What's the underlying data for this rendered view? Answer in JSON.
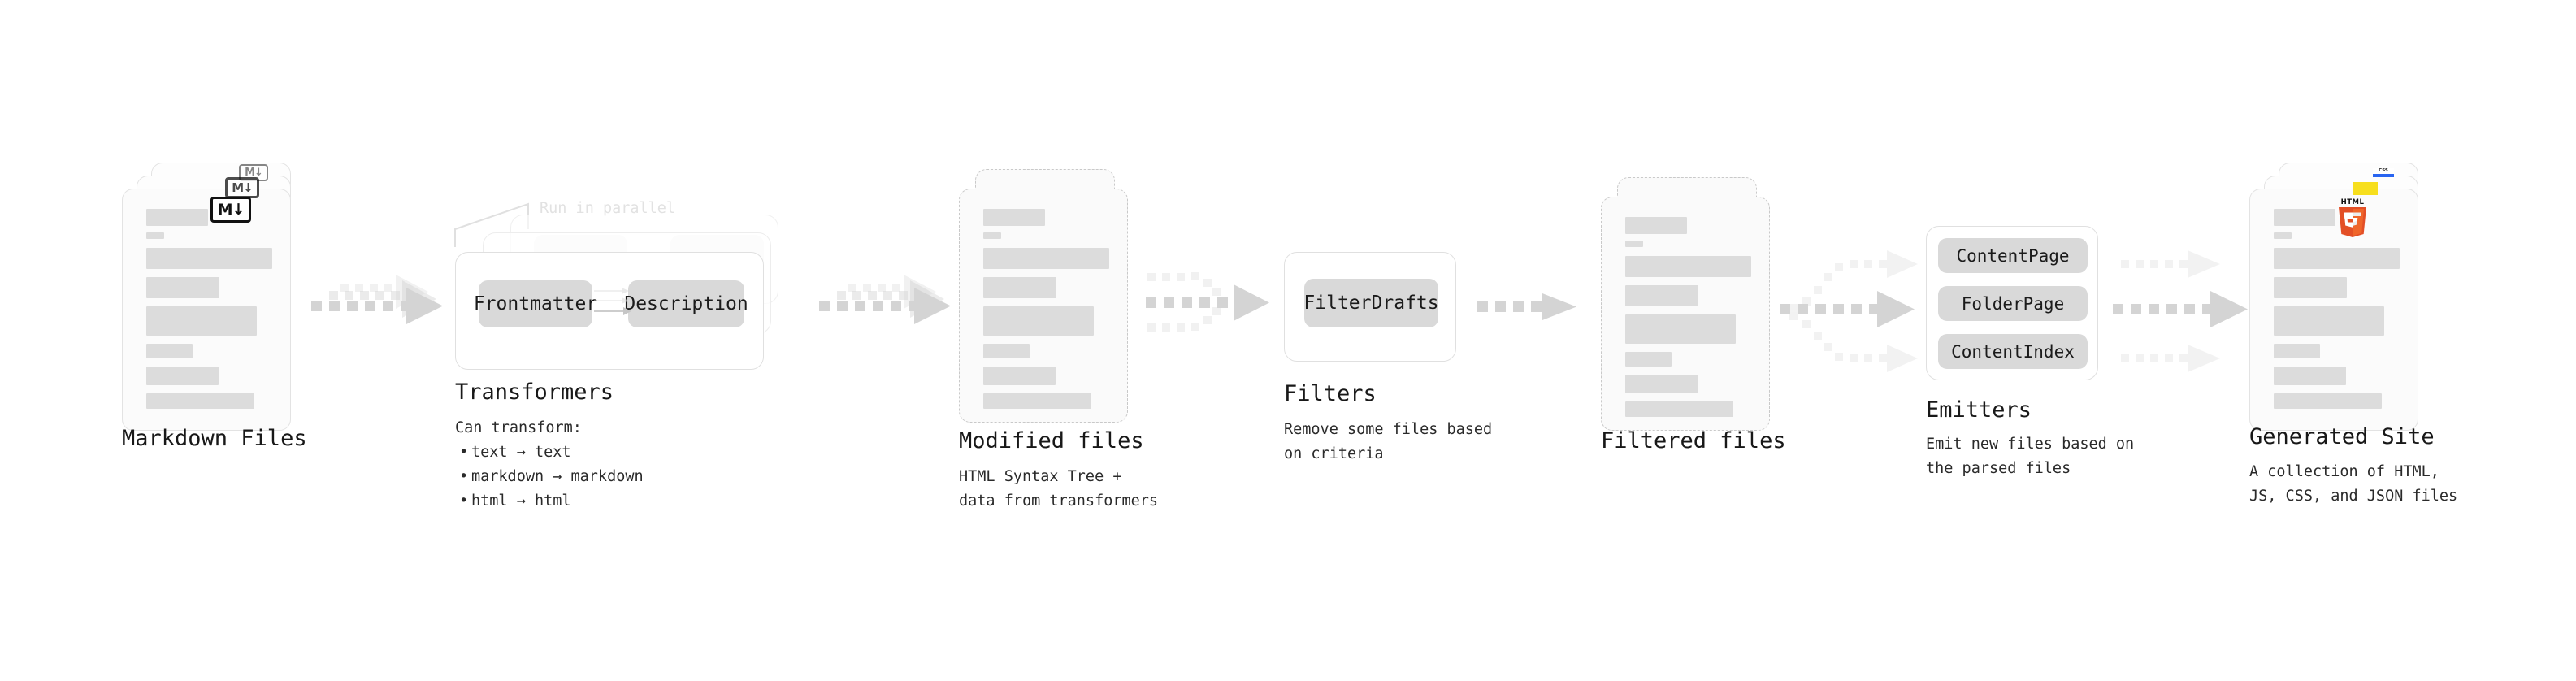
{
  "diagram": {
    "title_font_size": 27,
    "stages": [
      {
        "key": "markdown_files",
        "kind": "document-stack",
        "title": "Markdown Files",
        "subtitle": "",
        "badge": "markdown-icon",
        "badge_text": "M",
        "badge_arrow": "↓",
        "stack_count": 3,
        "border_style": "solid"
      },
      {
        "key": "transformers",
        "kind": "group",
        "title": "Transformers",
        "subtitle_heading": "Can transform:",
        "subtitle_items": [
          "text → text",
          "markdown → markdown",
          "html → html"
        ],
        "annotation": "Run in parallel",
        "chips": [
          "Frontmatter",
          "Description"
        ],
        "stack_count": 3
      },
      {
        "key": "modified_files",
        "kind": "document-stack",
        "title": "Modified files",
        "subtitle": "HTML Syntax Tree +\ndata from transformers",
        "stack_count": 2,
        "border_style": "dashed"
      },
      {
        "key": "filters",
        "kind": "group",
        "title": "Filters",
        "subtitle": "Remove some files based\non criteria",
        "chips": [
          "FilterDrafts"
        ],
        "stack_count": 1
      },
      {
        "key": "filtered_files",
        "kind": "document-stack",
        "title": "Filtered files",
        "subtitle": "",
        "stack_count": 2,
        "border_style": "dashed"
      },
      {
        "key": "emitters",
        "kind": "group",
        "title": "Emitters",
        "subtitle": "Emit new files based on\nthe parsed files",
        "chips": [
          "ContentPage",
          "FolderPage",
          "ContentIndex"
        ],
        "stack_count": 1
      },
      {
        "key": "generated_site",
        "kind": "document-stack",
        "title": "Generated Site",
        "subtitle": "A collection of HTML,\nJS, CSS, and JSON files",
        "badges": [
          "html5-icon",
          "javascript-icon",
          "css3-icon"
        ],
        "badge_labels": {
          "html5": "HTML",
          "html5_number": "5",
          "css3": "CSS"
        },
        "stack_count": 3,
        "border_style": "solid"
      }
    ],
    "colors": {
      "card_fill": "#fbfbfb",
      "card_border": "#e3e3e3",
      "dashed_border": "#c9c9c9",
      "line_fill": "#dcdcdc",
      "chip_fill": "#d9d9d9",
      "arrow_fill": "#d4d4d4",
      "text": "#1b1b1b",
      "ghost_text": "#e2e2e2",
      "html5_orange": "#e34f26",
      "js_yellow": "#f7df1e",
      "css_blue": "#2965f1"
    }
  }
}
